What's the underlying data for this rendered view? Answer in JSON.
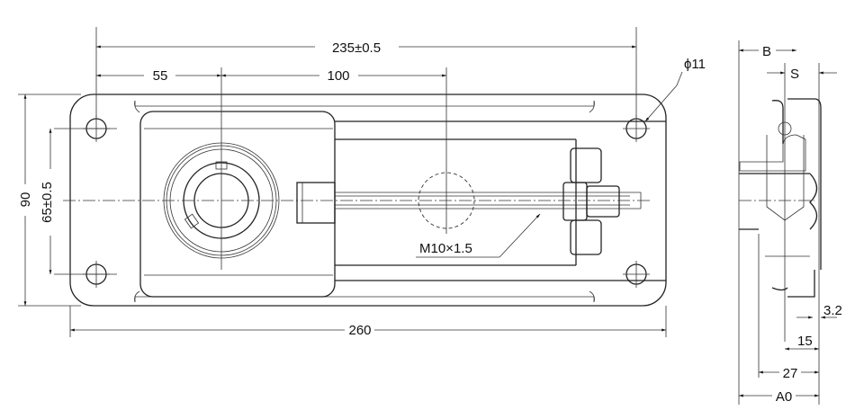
{
  "drawing": {
    "dimensions": {
      "overall_hole_span": "235±0.5",
      "bearing_offset": "55",
      "bolt_offset": "100",
      "hole_diameter": "ϕ11",
      "height": "90",
      "hole_vertical_span": "65±0.5",
      "thread": "M10×1.5",
      "overall_length": "260",
      "side_B": "B",
      "side_S": "S",
      "thickness": "3.2",
      "dim_15": "15",
      "dim_27": "27",
      "dim_A0": "A0"
    }
  }
}
